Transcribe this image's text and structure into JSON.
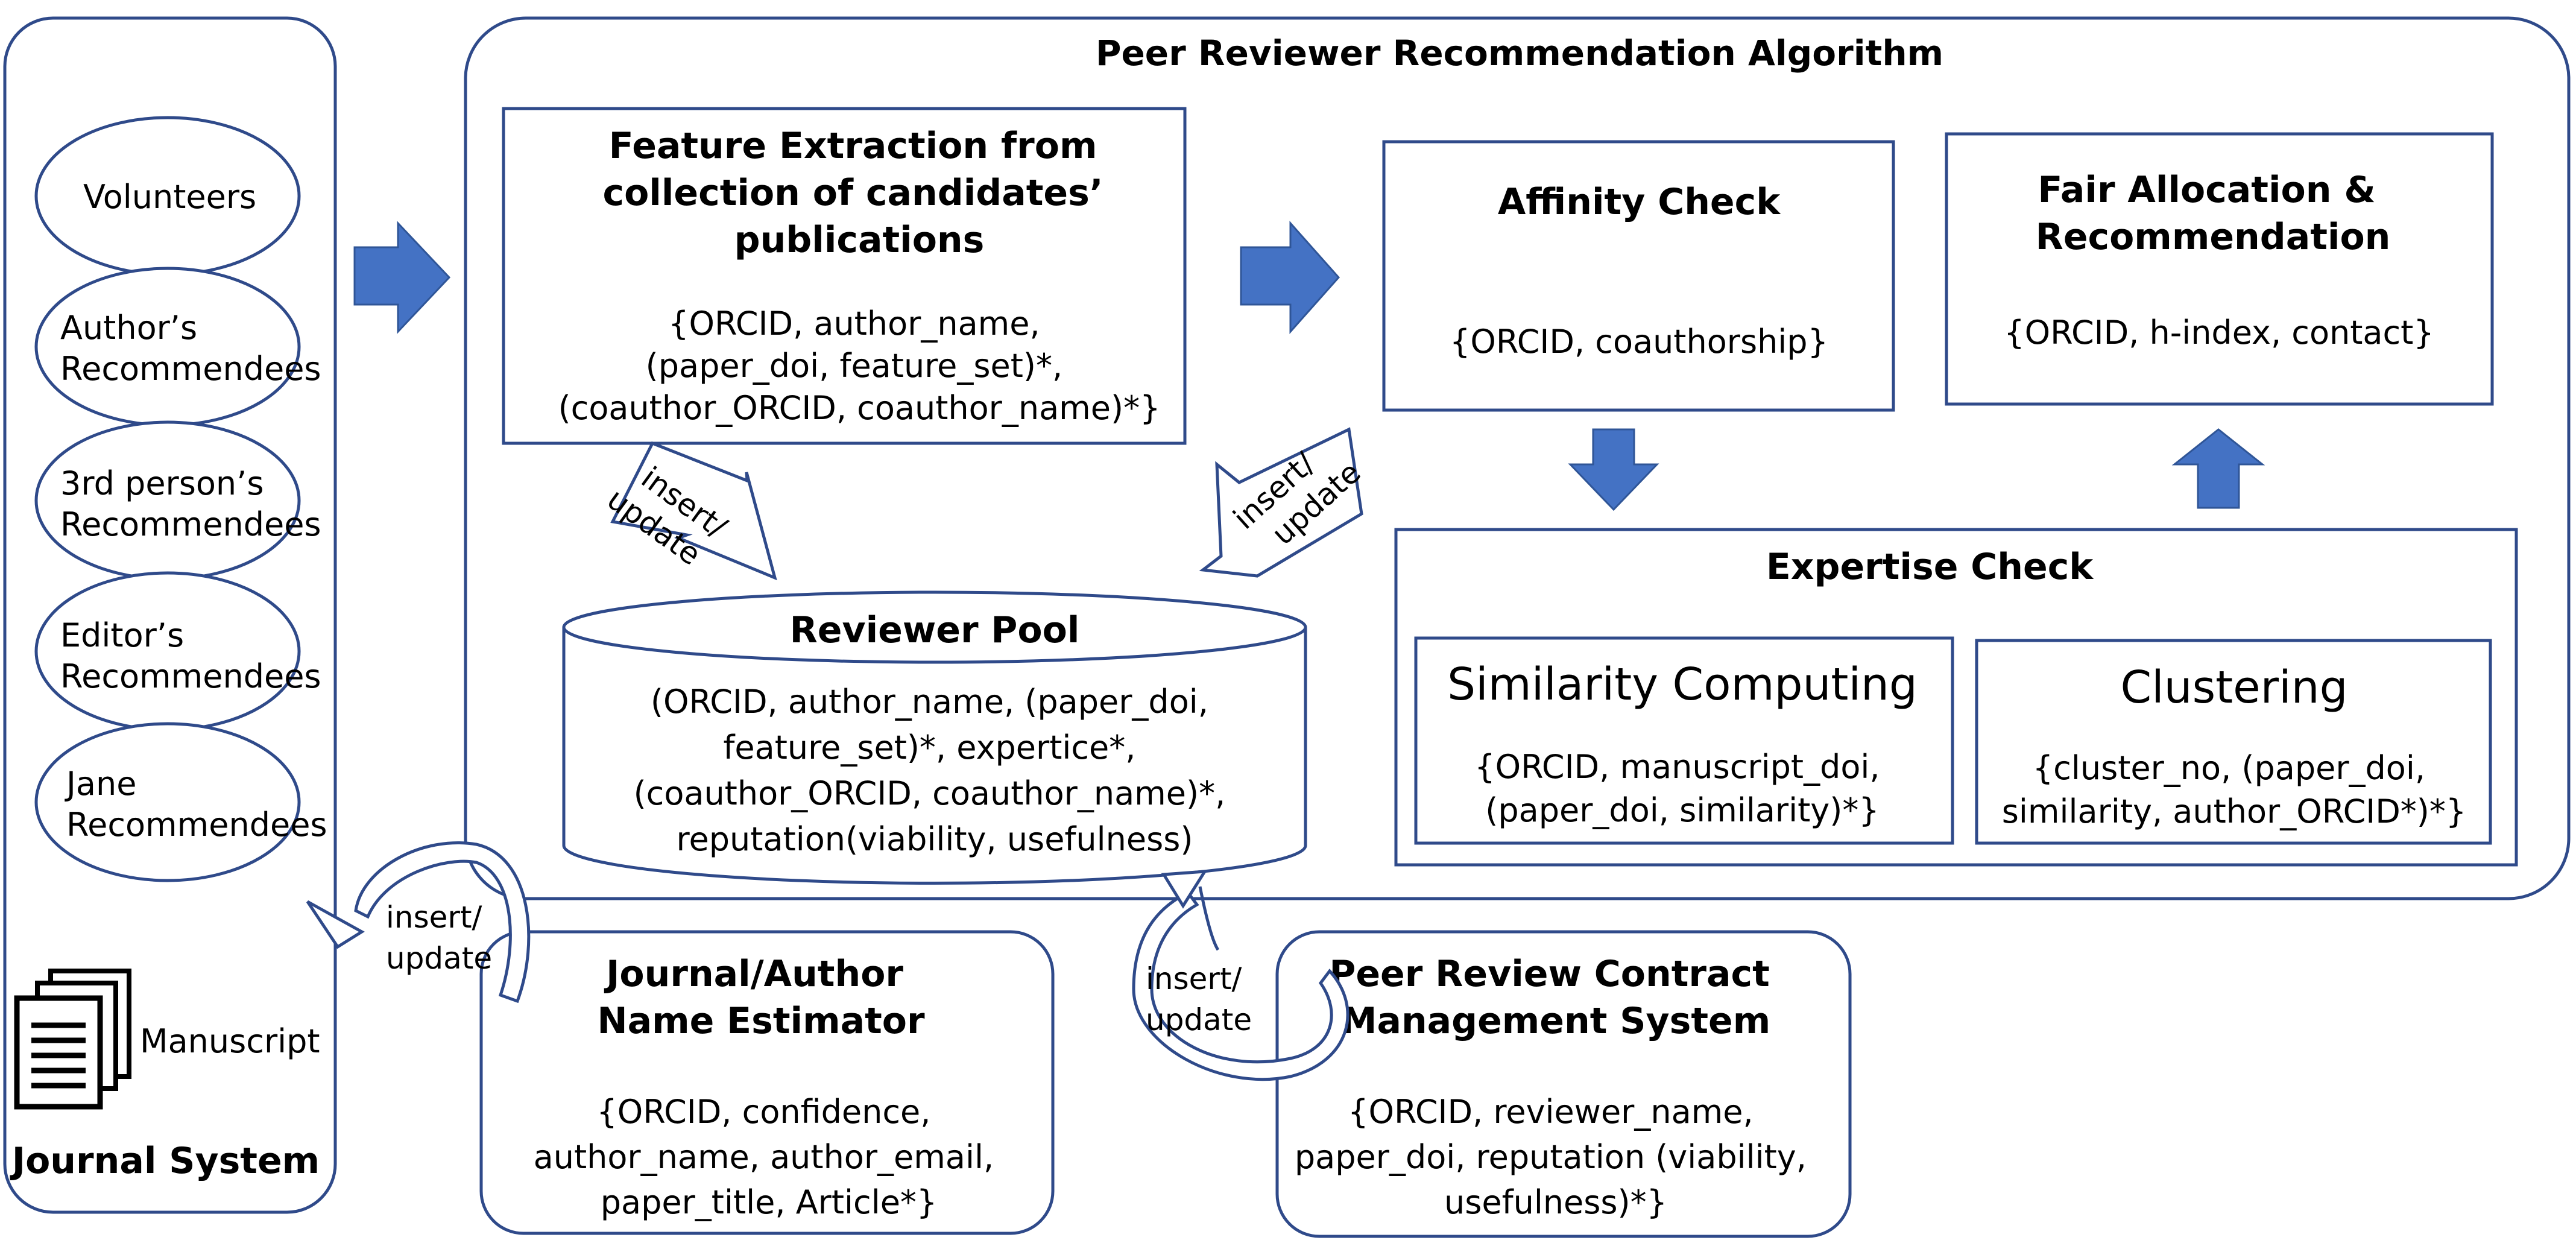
{
  "colors": {
    "box_stroke": "#2f4a8a",
    "arrow_fill": "#4472c4",
    "background": "#ffffff"
  },
  "journal_system": {
    "title": "Journal System",
    "sources": [
      [
        "Volunteers"
      ],
      [
        "Author’s",
        "Recommendees"
      ],
      [
        "3rd person’s",
        "Recommendees"
      ],
      [
        "Editor’s",
        "Recommendees"
      ],
      [
        "Jane",
        "Recommendees"
      ]
    ],
    "manuscript_label": "Manuscript",
    "manuscript_icon": "stacked-documents-icon"
  },
  "algorithm": {
    "title": "Peer Reviewer Recommendation Algorithm",
    "feature_extraction": {
      "title": [
        "Feature Extraction from",
        "collection of candidates’",
        "publications"
      ],
      "fields": [
        "{ORCID, author_name,",
        "(paper_doi, feature_set)*,",
        "(coauthor_ORCID, coauthor_name)*}"
      ]
    },
    "affinity_check": {
      "title": "Affinity Check",
      "fields": "{ORCID,   coauthorship}"
    },
    "fair_allocation": {
      "title": [
        "Fair Allocation &",
        "Recommendation"
      ],
      "fields": "{ORCID, h-index, contact}"
    },
    "expertise_check": {
      "title": "Expertise Check",
      "similarity": {
        "title": "Similarity Computing",
        "fields": [
          "{ORCID, manuscript_doi,",
          "(paper_doi, similarity)*}"
        ]
      },
      "clustering": {
        "title": "Clustering",
        "fields": [
          "{cluster_no, (paper_doi,",
          "similarity, author_ORCID*)*}"
        ]
      }
    },
    "reviewer_pool": {
      "title": "Reviewer Pool",
      "fields": [
        "(ORCID, author_name, (paper_doi,",
        "feature_set)*, expertice*,",
        "(coauthor_ORCID, coauthor_name)*,",
        "reputation(viability, usefulness)"
      ]
    }
  },
  "name_estimator": {
    "title": [
      "Journal/Author",
      "Name Estimator"
    ],
    "fields": [
      "{ORCID, confidence,",
      "author_name, author_email,",
      "paper_title, Article*}"
    ]
  },
  "contract_system": {
    "title": [
      "Peer Review Contract",
      "Management System"
    ],
    "fields": [
      "{ORCID, reviewer_name,",
      "paper_doi, reputation (viability,",
      "usefulness)*}"
    ]
  },
  "flow_labels": {
    "insert_update": [
      "insert/",
      "update"
    ]
  }
}
